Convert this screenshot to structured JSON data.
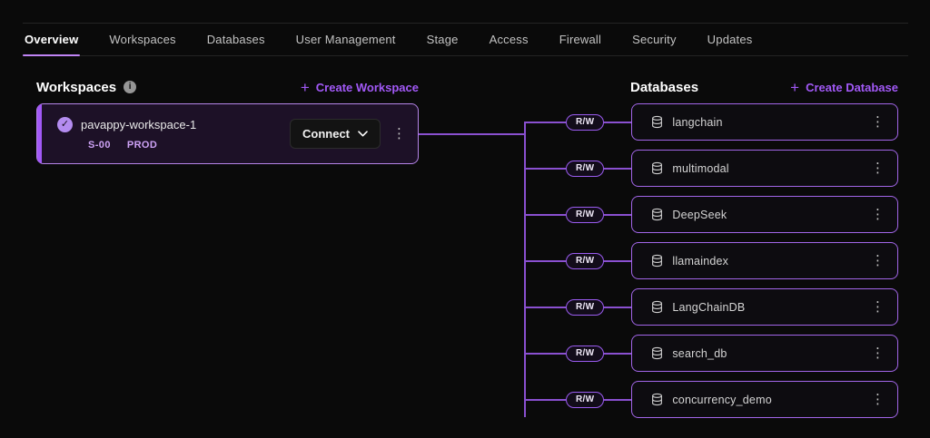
{
  "tabs": [
    {
      "label": "Overview",
      "active": true
    },
    {
      "label": "Workspaces",
      "active": false
    },
    {
      "label": "Databases",
      "active": false
    },
    {
      "label": "User Management",
      "active": false
    },
    {
      "label": "Stage",
      "active": false
    },
    {
      "label": "Access",
      "active": false
    },
    {
      "label": "Firewall",
      "active": false
    },
    {
      "label": "Security",
      "active": false
    },
    {
      "label": "Updates",
      "active": false
    }
  ],
  "icons": {
    "plus": "+",
    "info": "i",
    "check": "✓",
    "kebab": "⋮"
  },
  "workspaces_section": {
    "title": "Workspaces",
    "create_label": "Create Workspace",
    "workspace": {
      "name": "pavappy-workspace-1",
      "badges": [
        "S-00",
        "PROD"
      ],
      "connect_label": "Connect"
    }
  },
  "databases_section": {
    "title": "Databases",
    "create_label": "Create Database",
    "access_label": "R/W",
    "databases": [
      "langchain",
      "multimodal",
      "DeepSeek",
      "llamaindex",
      "LangChainDB",
      "search_db",
      "concurrency_demo"
    ]
  },
  "colors": {
    "accent_purple": "#a259f7",
    "line_purple": "#8a50d0",
    "card_border_purple": "#a266e8",
    "workspace_border": "#b584e8",
    "workspace_bg": "#1d1127",
    "tab_underline": "#c084f5",
    "page_bg": "#0a0a0a"
  }
}
